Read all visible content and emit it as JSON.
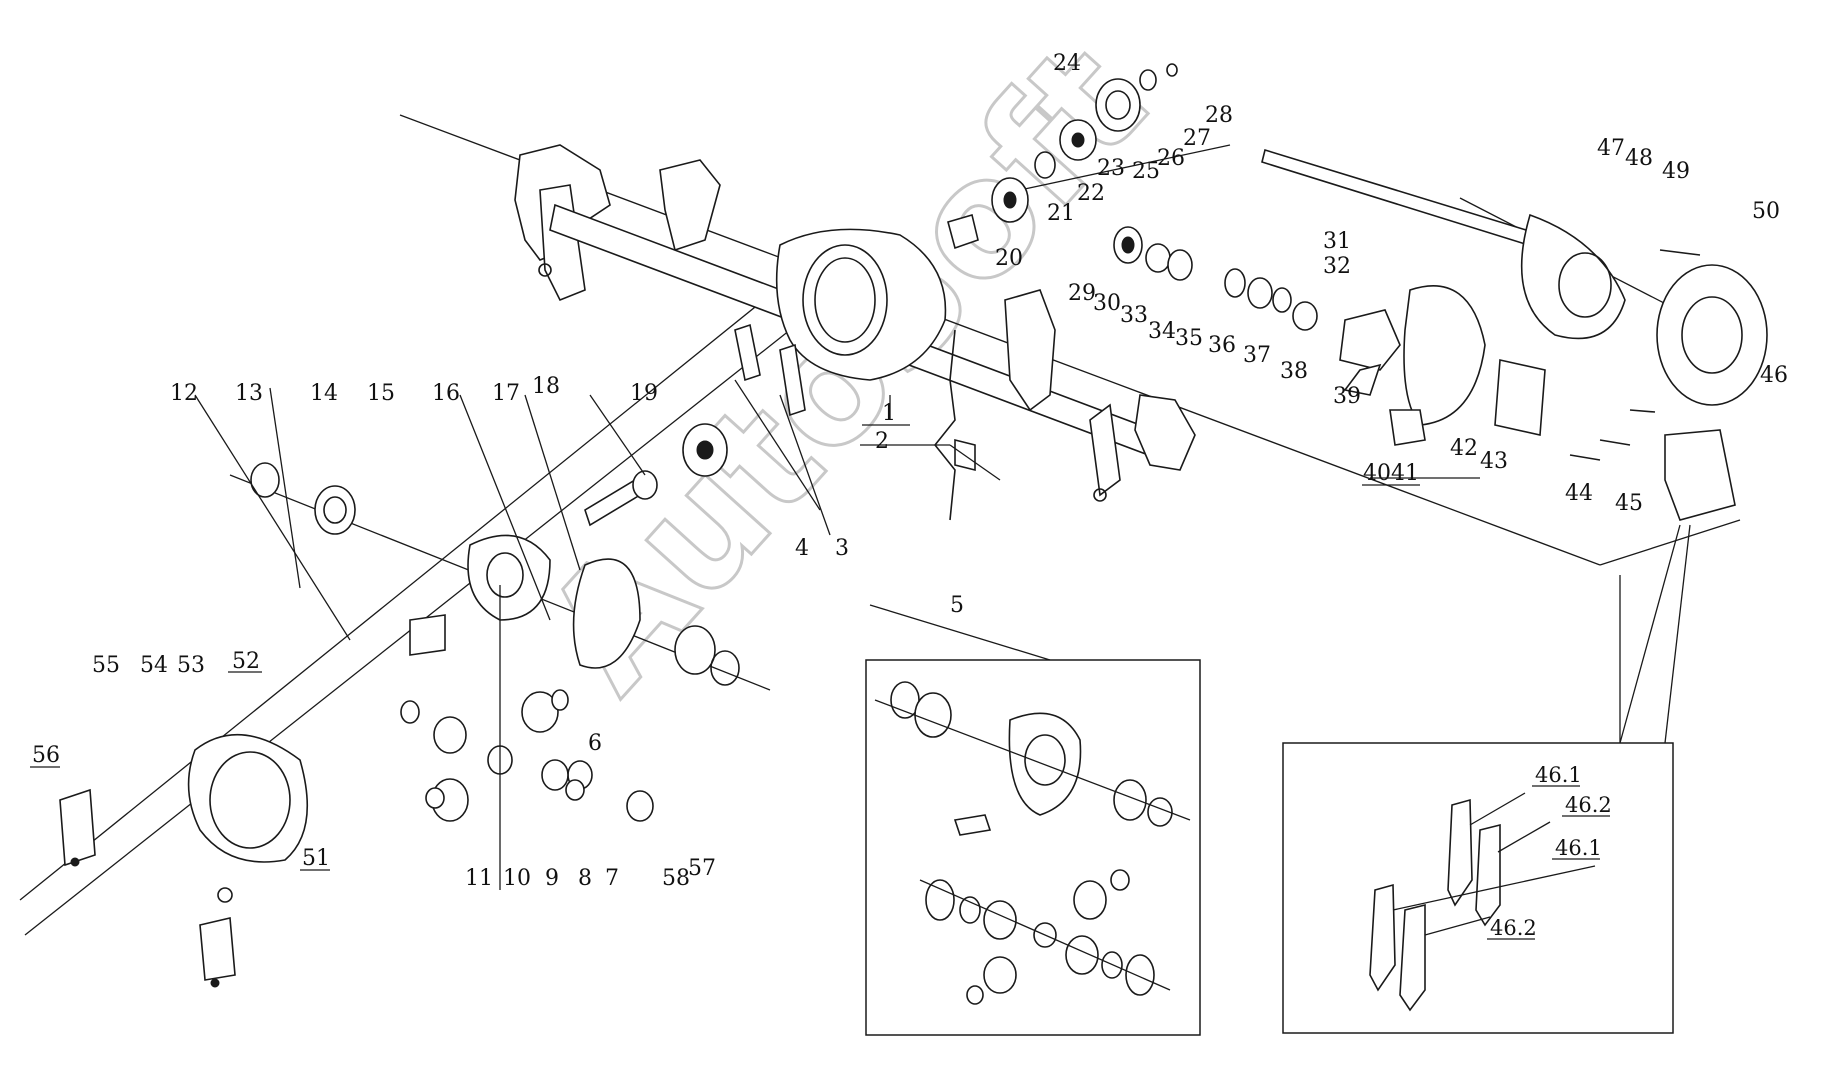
{
  "diagram": {
    "watermark": "AutoSoft",
    "labels": {
      "p1": "1",
      "p2": "2",
      "p3": "3",
      "p4": "4",
      "p5": "5",
      "p6": "6",
      "p7": "7",
      "p8": "8",
      "p9": "9",
      "p10": "10",
      "p11": "11",
      "p12": "12",
      "p13": "13",
      "p14": "14",
      "p15": "15",
      "p16": "16",
      "p17": "17",
      "p18": "18",
      "p19": "19",
      "p20": "20",
      "p21": "21",
      "p22": "22",
      "p23": "23",
      "p24": "24",
      "p25": "25",
      "p26": "26",
      "p27": "27",
      "p28": "28",
      "p29": "29",
      "p30": "30",
      "p31": "31",
      "p32": "32",
      "p33": "33",
      "p34": "34",
      "p35": "35",
      "p36": "36",
      "p37": "37",
      "p38": "38",
      "p39": "39",
      "p4041": "4041",
      "p42": "42",
      "p43": "43",
      "p44": "44",
      "p45": "45",
      "p46": "46",
      "p47": "47",
      "p48": "48",
      "p49": "49",
      "p50": "50",
      "p51": "51",
      "p52": "52",
      "p53": "53",
      "p54": "54",
      "p55": "55",
      "p56": "56",
      "p57": "57",
      "p58": "58",
      "pad_a1": "46.1",
      "pad_a2": "46.2",
      "pad_b1": "46.1",
      "pad_b2": "46.2"
    }
  }
}
